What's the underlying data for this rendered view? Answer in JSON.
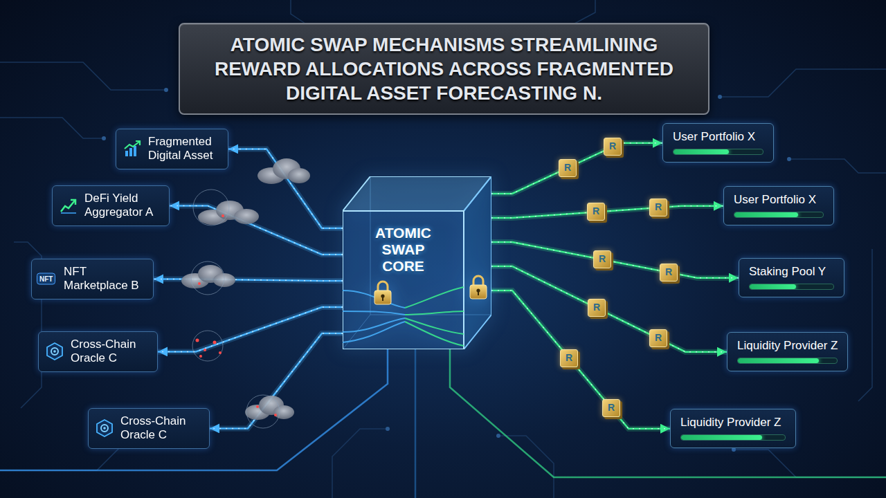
{
  "diagram": {
    "title": "ATOMIC SWAP MECHANISMS STREAMLINING REWARD ALLOCATIONS ACROSS FRAGMENTED DIGITAL ASSET FORECASTING N.",
    "nodes": [
      {
        "text": [
          "Fragmented Digital Asset"
        ]
      },
      {
        "text": [
          "DeFi Yield Aggregator A"
        ]
      },
      {
        "text": [
          "NFT",
          "NFT Marketplace B"
        ]
      },
      {
        "text": [
          "Cross-Chain Oracle C"
        ]
      },
      {
        "text": [
          "Cross-Chain Oracle C"
        ]
      },
      {
        "text": [
          "ATOMIC SWAP CORE"
        ]
      },
      {
        "text": [
          "User Portfolio X"
        ]
      },
      {
        "text": [
          "User Portfolio X"
        ]
      },
      {
        "text": [
          "Staking Pool Y"
        ]
      },
      {
        "text": [
          "Liquidity Provider Z"
        ]
      },
      {
        "text": [
          "Liquidity Provider Z"
        ]
      }
    ],
    "edges": [
      {
        "from": 5,
        "to": 0,
        "arrow": "to"
      },
      {
        "from": 5,
        "to": 1,
        "arrow": "to"
      },
      {
        "from": 5,
        "to": 2,
        "arrow": "to"
      },
      {
        "from": 5,
        "to": 3,
        "arrow": "to"
      },
      {
        "from": 5,
        "to": 4,
        "arrow": "to"
      },
      {
        "from": 5,
        "to": 6,
        "arrow": "to"
      },
      {
        "from": 5,
        "to": 7,
        "arrow": "to"
      },
      {
        "from": 5,
        "to": 8,
        "arrow": "to"
      },
      {
        "from": 5,
        "to": 9,
        "arrow": "to"
      },
      {
        "from": 5,
        "to": 10,
        "arrow": "to"
      }
    ],
    "labels": [
      "R",
      "R",
      "R",
      "R",
      "R",
      "R",
      "R",
      "R",
      "R",
      "R"
    ]
  }
}
